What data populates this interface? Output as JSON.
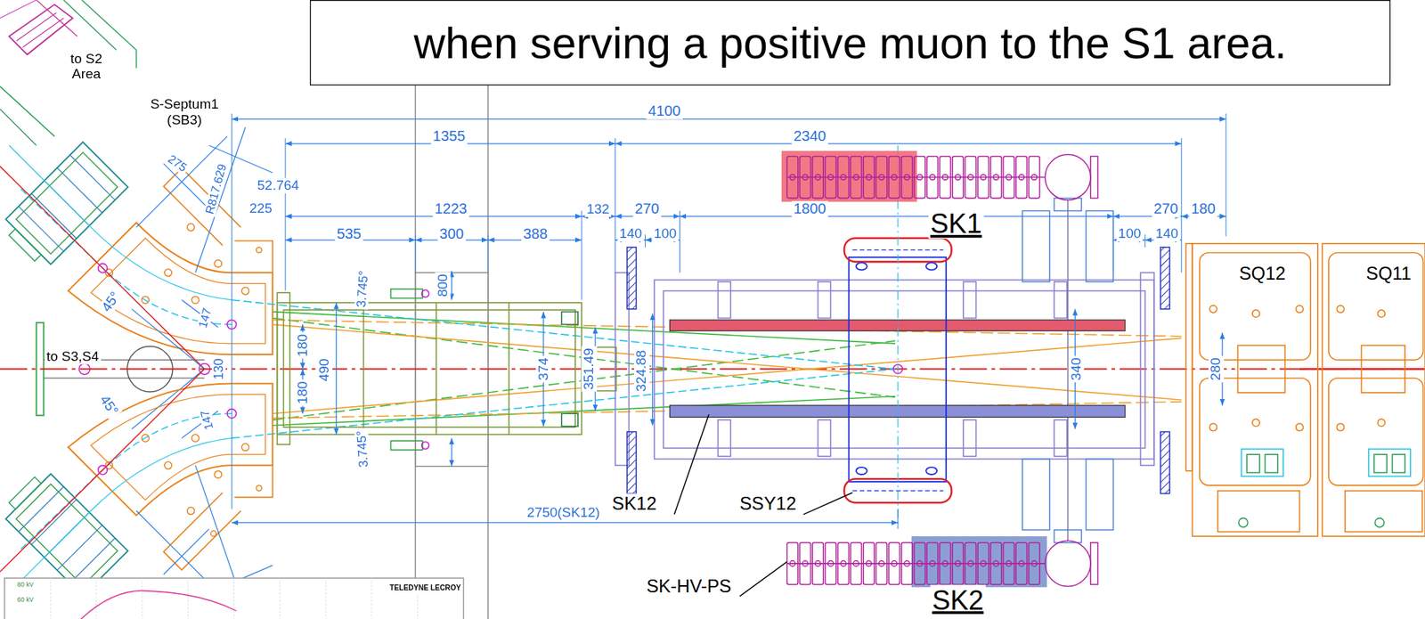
{
  "diagram": {
    "title": "when serving a positive muon to the S1 area.",
    "nodes": [
      {
        "text": [
          "SQ12"
        ]
      },
      {
        "text": [
          "SQ11"
        ]
      }
    ],
    "labels": [
      "to S2 Area",
      "S-Septum1 (SB3)",
      "to S3,S4",
      "4100",
      "1355",
      "2340",
      "52.764",
      "225",
      "1223",
      "132",
      "270",
      "1800",
      "270",
      "180",
      "535",
      "300",
      "388",
      "140",
      "100",
      "100",
      "140",
      "800",
      "3.745°",
      "3.745°",
      "180",
      "490",
      "180",
      "130",
      "374",
      "351.49",
      "324.88",
      "340",
      "280",
      "275",
      "R817.629",
      "147",
      "147",
      "45°",
      "45°",
      "2750(SK12)",
      "SK1",
      "SK12",
      "SSY12",
      "SK-HV-PS",
      "SK2",
      "TELEDYNE LECROY",
      "80 kV",
      "60 kV"
    ]
  }
}
